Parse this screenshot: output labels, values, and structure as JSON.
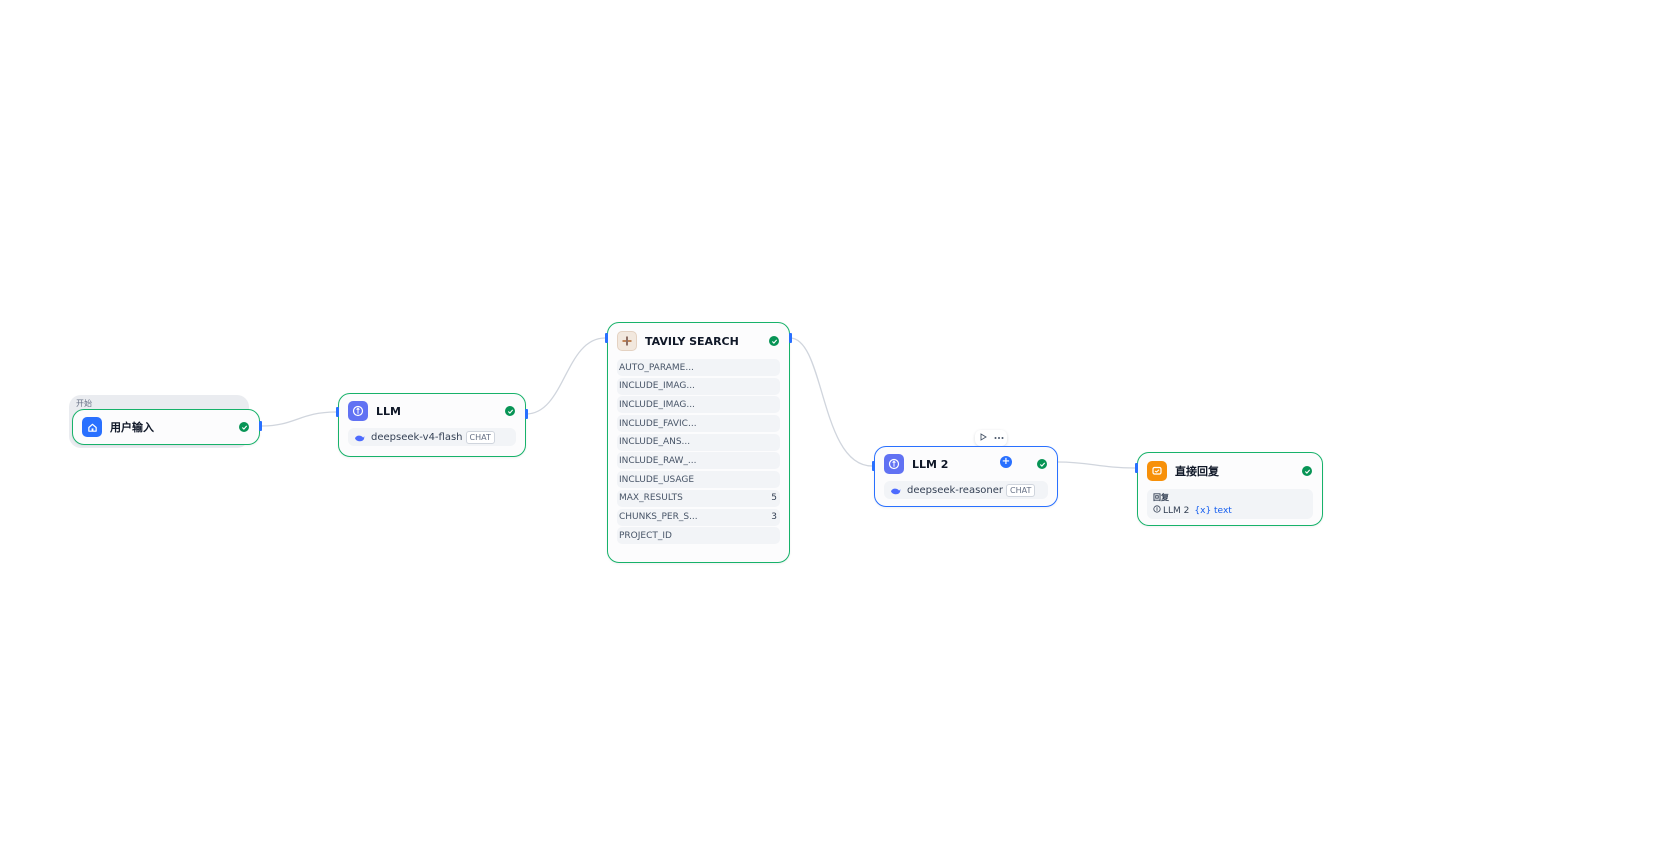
{
  "start": {
    "group_label": "开始",
    "node_title": "用户输入",
    "colors": {
      "icon_bg": "#2970ff"
    }
  },
  "llm1": {
    "title": "LLM",
    "model": "deepseek-v4-flash",
    "mode": "CHAT",
    "colors": {
      "icon_bg": "#6172f3"
    }
  },
  "tavily": {
    "title": "TAVILY SEARCH",
    "params": [
      {
        "name": "AUTO_PARAME...",
        "value": ""
      },
      {
        "name": "INCLUDE_IMAG...",
        "value": ""
      },
      {
        "name": "INCLUDE_IMAG...",
        "value": ""
      },
      {
        "name": "INCLUDE_FAVIC...",
        "value": ""
      },
      {
        "name": "INCLUDE_ANS...",
        "value": ""
      },
      {
        "name": "INCLUDE_RAW_...",
        "value": ""
      },
      {
        "name": "INCLUDE_USAGE",
        "value": ""
      },
      {
        "name": "MAX_RESULTS",
        "value": "5"
      },
      {
        "name": "CHUNKS_PER_S...",
        "value": "3"
      },
      {
        "name": "PROJECT_ID",
        "value": ""
      }
    ]
  },
  "llm2": {
    "title": "LLM 2",
    "model": "deepseek-reasoner",
    "mode": "CHAT",
    "toolbar": {
      "run_icon": "play-icon",
      "more_icon": "more-icon"
    },
    "add_label": "+",
    "colors": {
      "icon_bg": "#6172f3"
    }
  },
  "answer": {
    "title": "直接回复",
    "reply_label": "回复",
    "var_source": "LLM 2",
    "var_name": "{x} text",
    "colors": {
      "icon_bg": "#f79009"
    }
  },
  "colors": {
    "success": "#17b26a",
    "selected": "#2970ff",
    "edge": "#d0d5dd"
  }
}
